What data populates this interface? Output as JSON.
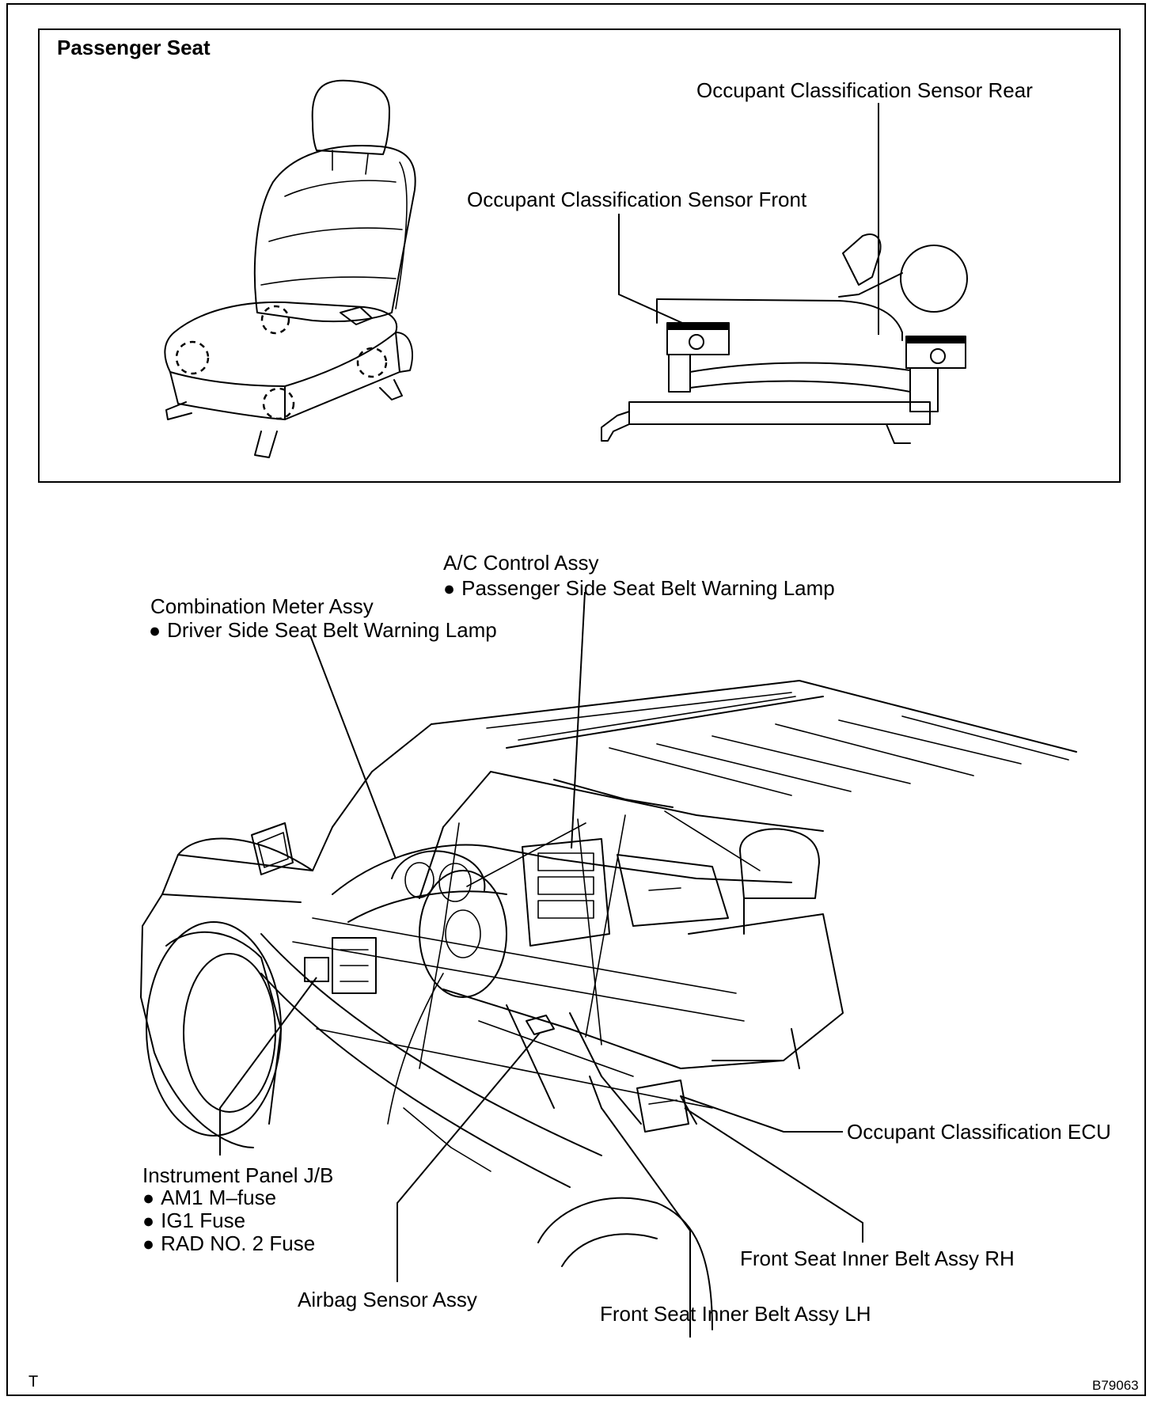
{
  "inset": {
    "title": "Passenger Seat",
    "sensor_rear": "Occupant Classification Sensor Rear",
    "sensor_front": "Occupant Classification Sensor Front"
  },
  "labels": {
    "ac_control": "A/C Control Assy",
    "passenger_lamp": "Passenger Side Seat Belt Warning Lamp",
    "combination_meter": "Combination Meter Assy",
    "driver_lamp": "Driver Side Seat Belt Warning Lamp",
    "occupant_ecu": "Occupant Classification ECU",
    "instrument_jb": "Instrument Panel J/B",
    "fuse_am1": "AM1 M–fuse",
    "fuse_ig1": "IG1 Fuse",
    "fuse_rad": "RAD NO. 2 Fuse",
    "belt_rh": "Front Seat Inner Belt Assy RH",
    "airbag_sensor": "Airbag Sensor Assy",
    "belt_lh": "Front Seat Inner Belt Assy LH"
  },
  "footer": {
    "left_mark": "T",
    "figure_code": "B79063"
  },
  "icons": [
    "bullet-icon"
  ]
}
